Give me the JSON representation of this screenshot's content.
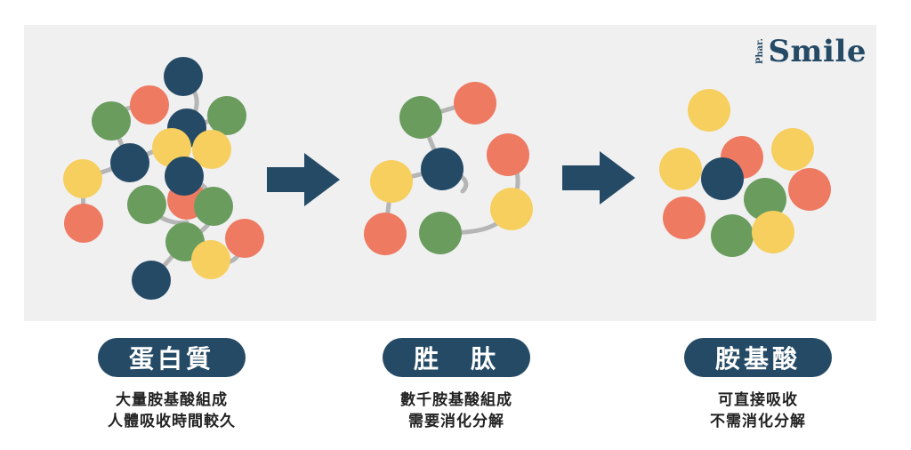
{
  "brand": {
    "sub": "Phar.",
    "name": "Smile"
  },
  "colors": {
    "navy": "#254a66",
    "red": "#ee7a62",
    "green": "#6a9c5e",
    "yellow": "#f6cf5f",
    "link": "#b5b5b5",
    "panel": "#f0f0f0"
  },
  "stages": [
    {
      "title": "蛋白質",
      "lines": [
        "大量胺基酸組成",
        "人體吸收時間較久"
      ]
    },
    {
      "title": "胜　肽",
      "lines": [
        "數千胺基酸組成",
        "需要消化分解"
      ]
    },
    {
      "title": "胺基酸",
      "lines": [
        "可直接吸收",
        "不需消化分解"
      ]
    }
  ],
  "icons": {
    "arrow1": "right-arrow-icon",
    "arrow2": "right-arrow-icon"
  }
}
